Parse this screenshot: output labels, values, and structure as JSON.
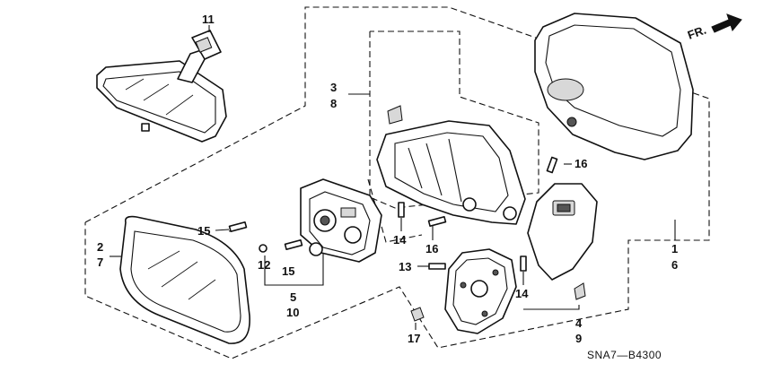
{
  "diagram": {
    "callouts": {
      "c11": "11",
      "c3": "3",
      "c8": "8",
      "c16a": "16",
      "c15a": "15",
      "c14a": "14",
      "c16b": "16",
      "c2": "2",
      "c7": "7",
      "c12": "12",
      "c15b": "15",
      "c5": "5",
      "c10": "10",
      "c13": "13",
      "c17": "17",
      "c14b": "14",
      "c4": "4",
      "c9": "9",
      "c1": "1",
      "c6": "6"
    },
    "direction_label": "FR.",
    "diagram_code": "SNA7—B4300"
  }
}
